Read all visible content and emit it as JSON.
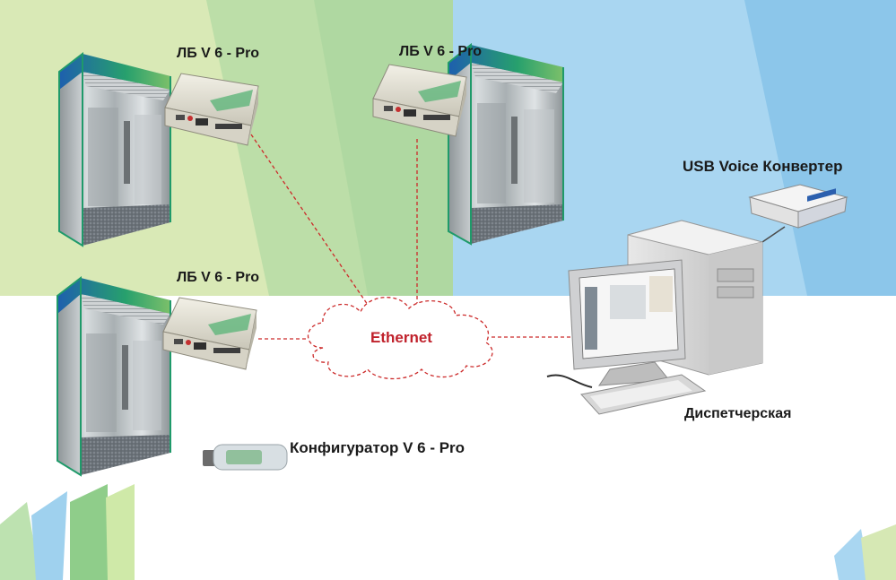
{
  "labels": {
    "controller_top_left": "ЛБ V 6 - Pro",
    "controller_top_right": "ЛБ V 6 - Pro",
    "controller_bottom_left": "ЛБ V 6 - Pro",
    "network": "Ethernet",
    "usb_converter": "USB Voice Конвертер",
    "dispatch": "Диспетчерская",
    "configurator": "Конфигуратор V 6 - Pro"
  },
  "colors": {
    "bg_green": "#d9e9b6",
    "bg_green_dark": "#b6dca4",
    "bg_blue": "#a9d6f1",
    "bg_blue_dark": "#8cc6ea",
    "link_line": "#cc2a2a",
    "ethernet_text": "#c0212b",
    "cabin_frame": "#1f9a6a",
    "cabin_top": "#1e5fae"
  },
  "icons": [
    "elevator-cabin-icon",
    "controller-box-icon",
    "cloud-icon",
    "computer-icon",
    "monitor-icon",
    "keyboard-icon",
    "usb-converter-icon",
    "usb-stick-icon"
  ]
}
